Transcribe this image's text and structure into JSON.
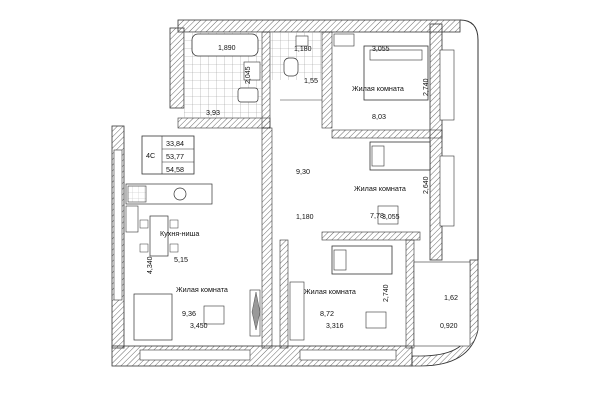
{
  "summary": {
    "code": "4С",
    "living_area": "33,84",
    "area": "53,77",
    "total_area": "54,58"
  },
  "rooms": {
    "bedroom_top": {
      "name": "Жилая комната",
      "area": "8,03"
    },
    "bedroom_middle": {
      "name": "Жилая комната",
      "area": "7,78"
    },
    "bedroom_bottom": {
      "name": "Жилая комната",
      "area": "8,72"
    },
    "living_room": {
      "name": "Жилая комната",
      "area": "9,36"
    },
    "kitchen": {
      "name": "Кухня-ниша",
      "area": "5,15"
    },
    "corridor": {
      "area": "9,30"
    },
    "bathroom": {
      "area": "3,93"
    },
    "wc": {
      "area": "1,55"
    },
    "balcony": {
      "area": "1,62"
    }
  },
  "dimensions": {
    "bath_width": "1,890",
    "wc_width": "1,180",
    "bedroom_top_width": "3,055",
    "bedroom_top_depth": "2,740",
    "bath_depth": "2,045",
    "corridor_width": "1,180",
    "bedroom_middle_width": "3,055",
    "bedroom_middle_depth": "2,640",
    "kitchen_depth": "4,340",
    "bedroom_bottom_depth": "2,740",
    "living_room_width": "3,450",
    "bedroom_bottom_width": "3,316",
    "balcony_width": "0,920"
  },
  "colors": {
    "wall": "#4a4a4a",
    "line": "#333333",
    "hatch": "#6b6b6b",
    "tile": "#9a9a9a"
  }
}
